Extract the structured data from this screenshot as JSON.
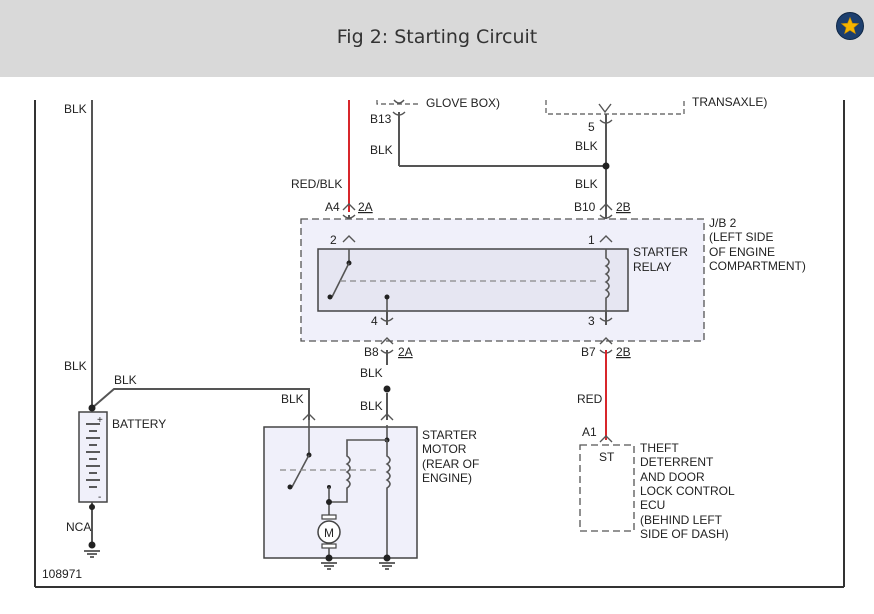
{
  "header": {
    "title": "Fig 2: Starting Circuit",
    "bookmark_icon": "star-icon",
    "bookmark_color": "#1d3f6e",
    "star_color": "#f5b400"
  },
  "diagram": {
    "figure_id": "108971",
    "colors": {
      "wire": "#555555",
      "red_wire": "#d8262b",
      "box_fill": "#f0f0fa"
    },
    "labels": {
      "blk_left_top": "BLK",
      "blk_left_mid": "BLK",
      "blk_batt_to_motor": "BLK",
      "blk_motor_top": "BLK",
      "glove_box": "GLOVE BOX)",
      "transaxle": "TRANSAXLE)",
      "b13": "B13",
      "pin5": "5",
      "blk_b13": "BLK",
      "blk_pin5": "BLK",
      "red_blk": "RED/BLK",
      "blk_b10": "BLK",
      "a4": "A4",
      "a4_2a": "2A",
      "b10": "B10",
      "b10_2b": "2B",
      "jb2_1": "J/B 2",
      "jb2_2": "(LEFT SIDE",
      "jb2_3": "OF ENGINE",
      "jb2_4": "COMPARTMENT)",
      "pin2": "2",
      "pin1": "1",
      "relay_1": "STARTER",
      "relay_2": "RELAY",
      "pin4": "4",
      "pin3": "3",
      "b8": "B8",
      "b8_2a": "2A",
      "b7": "B7",
      "b7_2b": "2B",
      "blk_b8_top": "BLK",
      "blk_b8_bottom": "BLK",
      "red": "RED",
      "a1": "A1",
      "st": "ST",
      "battery": "BATTERY",
      "motor_1": "STARTER",
      "motor_2": "MOTOR",
      "motor_3": "(REAR OF",
      "motor_4": "ENGINE)",
      "motor_symbol": "M",
      "ecu_1": "THEFT",
      "ecu_2": "DETERRENT",
      "ecu_3": "AND DOOR",
      "ecu_4": "LOCK CONTROL",
      "ecu_5": "ECU",
      "ecu_6": "(BEHIND LEFT",
      "ecu_7": "SIDE OF DASH)",
      "nca": "NCA",
      "plus": "+",
      "minus": "-"
    }
  }
}
